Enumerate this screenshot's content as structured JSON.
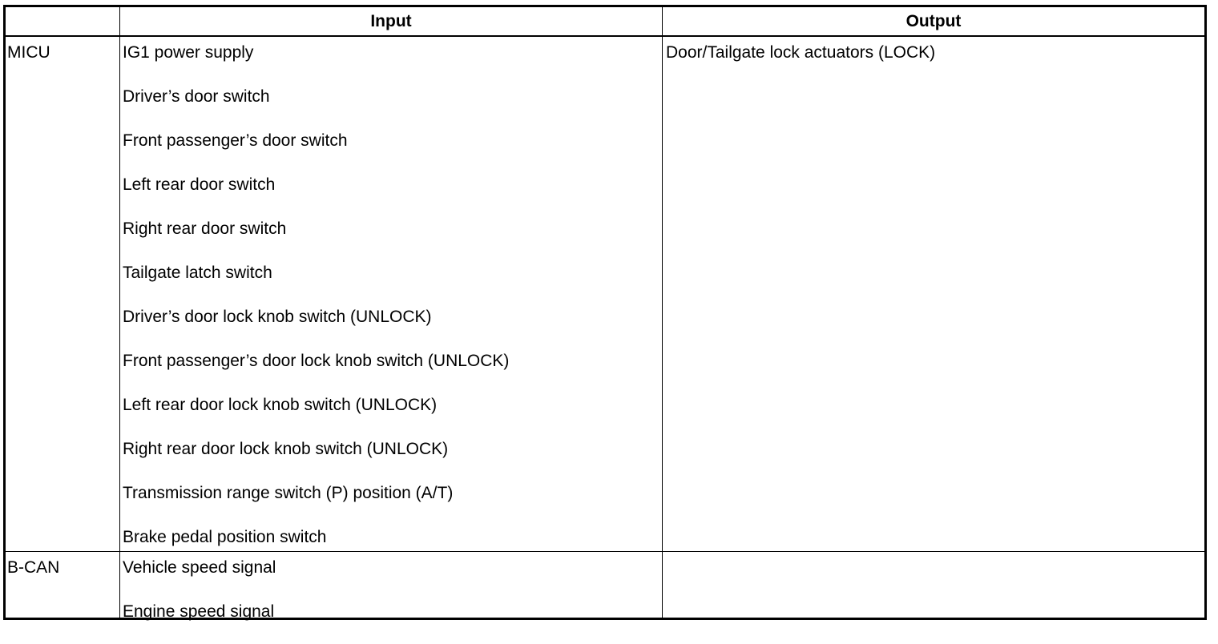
{
  "table": {
    "header": {
      "unit": "",
      "input": "Input",
      "output": "Output"
    },
    "rows": [
      {
        "unit": "MICU",
        "inputs": [
          "IG1 power supply",
          "Driver’s door switch",
          "Front passenger’s door switch",
          "Left rear door switch",
          "Right rear door switch",
          "Tailgate latch switch",
          "Driver’s door lock knob switch (UNLOCK)",
          "Front passenger’s door lock knob switch (UNLOCK)",
          "Left rear door lock knob switch (UNLOCK)",
          "Right rear door lock knob switch (UNLOCK)",
          "Transmission range switch (P) position (A/T)",
          "Brake pedal position switch"
        ],
        "outputs": [
          "Door/Tailgate lock actuators (LOCK)"
        ]
      },
      {
        "unit": "B-CAN",
        "inputs": [
          "Vehicle speed signal",
          "Engine speed signal"
        ],
        "outputs": []
      }
    ]
  }
}
